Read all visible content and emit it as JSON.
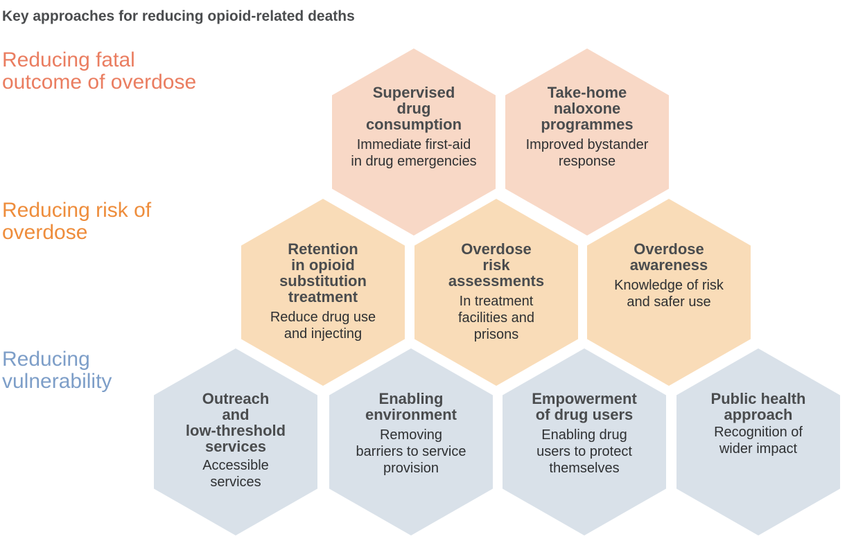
{
  "title": "Key approaches for reducing opioid-related deaths",
  "categories": [
    {
      "label": "Reducing fatal\noutcome of overdose",
      "color": "#ea7d60"
    },
    {
      "label": "Reducing risk of\noverdose",
      "color": "#ee8d3c"
    },
    {
      "label": "Reducing\nvulnerability",
      "color": "#7d9ec8"
    }
  ],
  "hexagons": [
    {
      "title": "Supervised\ndrug\nconsumption",
      "body": "Immediate first-aid\nin drug emergencies"
    },
    {
      "title": "Take-home\nnaloxone\nprogrammes",
      "body": "Improved bystander\nresponse"
    },
    {
      "title": "Retention\nin opioid\nsubstitution\ntreatment",
      "body": "Reduce drug use\nand injecting"
    },
    {
      "title": "Overdose\nrisk\nassessments",
      "body": "In treatment\nfacilities and\nprisons"
    },
    {
      "title": "Overdose\nawareness",
      "body": "Knowledge of risk\nand safer use"
    },
    {
      "title": "Outreach\nand\nlow-threshold\nservices",
      "body": "Accessible\nservices"
    },
    {
      "title": "Enabling\nenvironment",
      "body": "Removing\nbarriers to service\nprovision"
    },
    {
      "title": "Empowerment\nof drug users",
      "body": "Enabling drug\nusers to protect\nthemselves"
    },
    {
      "title": "Public health\napproach",
      "body": "Recognition of\nwider impact"
    }
  ]
}
